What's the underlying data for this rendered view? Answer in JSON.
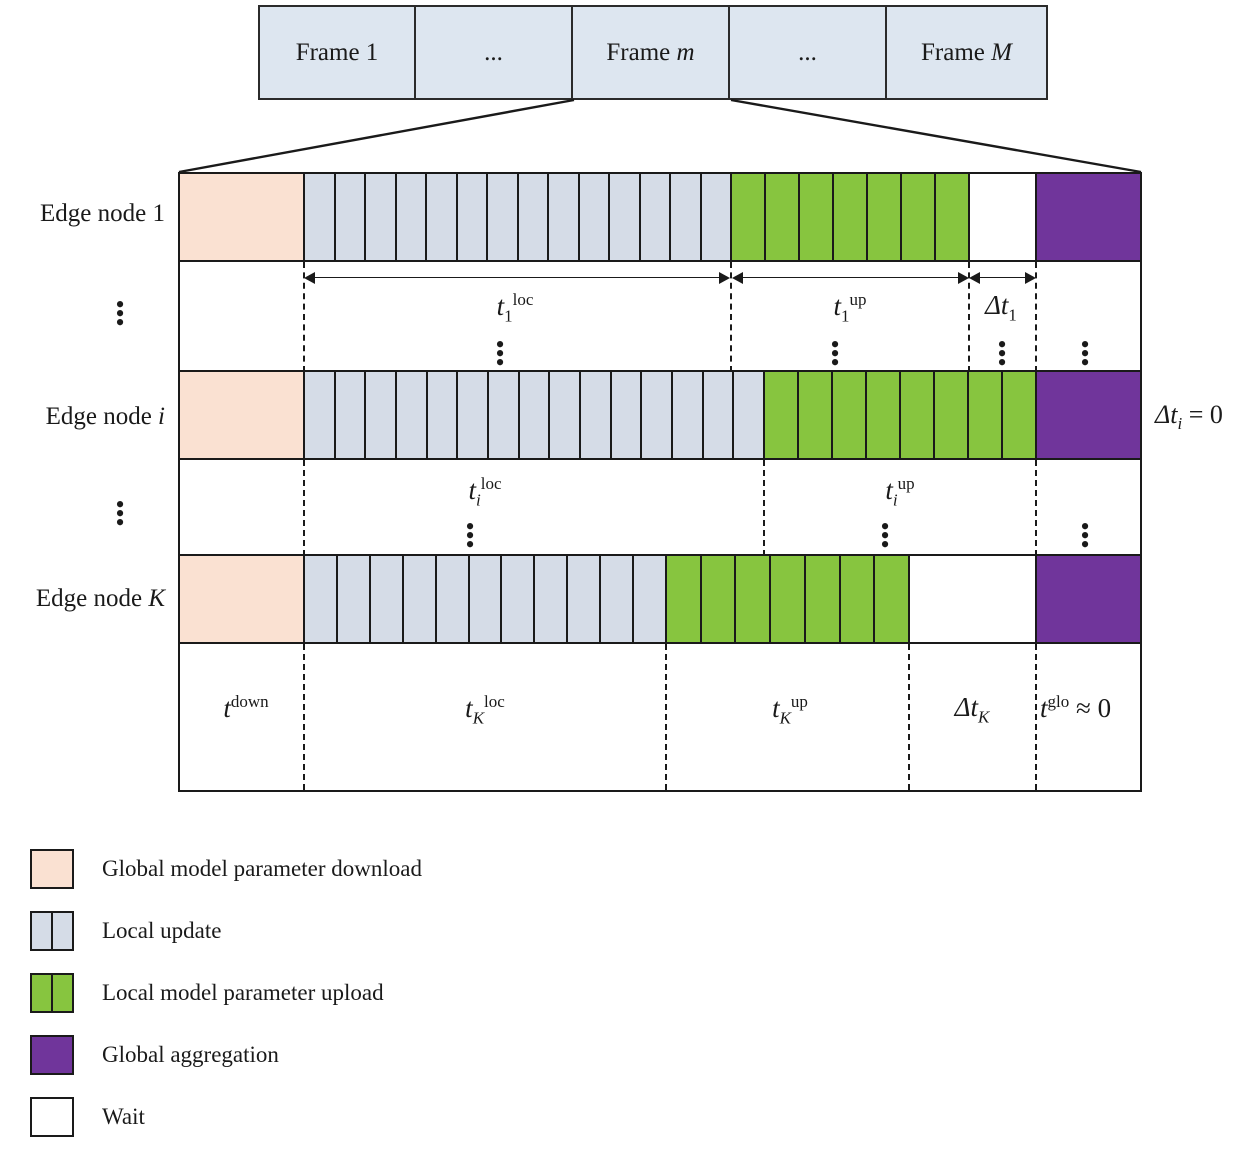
{
  "diagram": {
    "title": "Federated learning timeline per frame across edge nodes",
    "colors": {
      "download": "#fae1d2",
      "local_update": "#d5dce7",
      "upload": "#87c53f",
      "aggregation": "#70359b",
      "wait": "#ffffff",
      "frame_box": "#dde6f0",
      "stroke": "#1a1a1a"
    }
  },
  "frames": {
    "cells": [
      {
        "id": "frame-1",
        "label": "Frame 1",
        "italic_part": ""
      },
      {
        "id": "frame-ellipsis-1",
        "label": "...",
        "italic_part": ""
      },
      {
        "id": "frame-m",
        "label": "Frame m",
        "italic_part": "m"
      },
      {
        "id": "frame-ellipsis-2",
        "label": "...",
        "italic_part": ""
      },
      {
        "id": "frame-M",
        "label": "Frame M",
        "italic_part": "M"
      }
    ]
  },
  "rows": {
    "node_1_label": "Edge node 1",
    "node_i_label": "Edge node i",
    "node_K_label": "Edge node K",
    "ellipsis": "⋮"
  },
  "timeline": {
    "node_1": {
      "download_cells": 1,
      "local_update_cells": 14,
      "upload_cells": 7,
      "wait": true,
      "aggregation": true
    },
    "node_i": {
      "download_cells": 1,
      "local_update_cells": 15,
      "upload_cells": 8,
      "wait": false,
      "aggregation": true
    },
    "node_K": {
      "download_cells": 1,
      "local_update_cells": 11,
      "upload_cells": 7,
      "wait": true,
      "aggregation": true
    }
  },
  "annotations": {
    "node_1": {
      "t_loc": {
        "base": "t",
        "sub": "1",
        "sup": "loc"
      },
      "t_up": {
        "base": "t",
        "sub": "1",
        "sup": "up"
      },
      "delta_t": {
        "base": "Δt",
        "sub": "1"
      }
    },
    "node_i": {
      "t_loc": {
        "base": "t",
        "sub": "i",
        "sup": "loc"
      },
      "t_up": {
        "base": "t",
        "sub": "i",
        "sup": "up"
      }
    },
    "node_K": {
      "t_down": {
        "base": "t",
        "sub": "",
        "sup": "down"
      },
      "t_loc": {
        "base": "t",
        "sub": "K",
        "sup": "loc"
      },
      "t_up": {
        "base": "t",
        "sub": "K",
        "sup": "up"
      },
      "delta_t": {
        "base": "Δt",
        "sub": "K"
      },
      "t_glo": {
        "base": "t",
        "sub": "",
        "sup": "glo",
        "suffix": " ≈ 0"
      }
    },
    "side_note": {
      "text": "Δt",
      "sub": "i",
      "suffix": " = 0"
    }
  },
  "legend": {
    "items": [
      {
        "id": "download",
        "label": "Global model parameter download",
        "color": "#fae1d2",
        "split": false
      },
      {
        "id": "local-update",
        "label": "Local update",
        "color": "#d5dce7",
        "split": true
      },
      {
        "id": "upload",
        "label": "Local model parameter upload",
        "color": "#87c53f",
        "split": true
      },
      {
        "id": "aggregation",
        "label": "Global aggregation",
        "color": "#70359b",
        "split": false
      },
      {
        "id": "wait",
        "label": "Wait",
        "color": "#ffffff",
        "split": false
      }
    ]
  }
}
